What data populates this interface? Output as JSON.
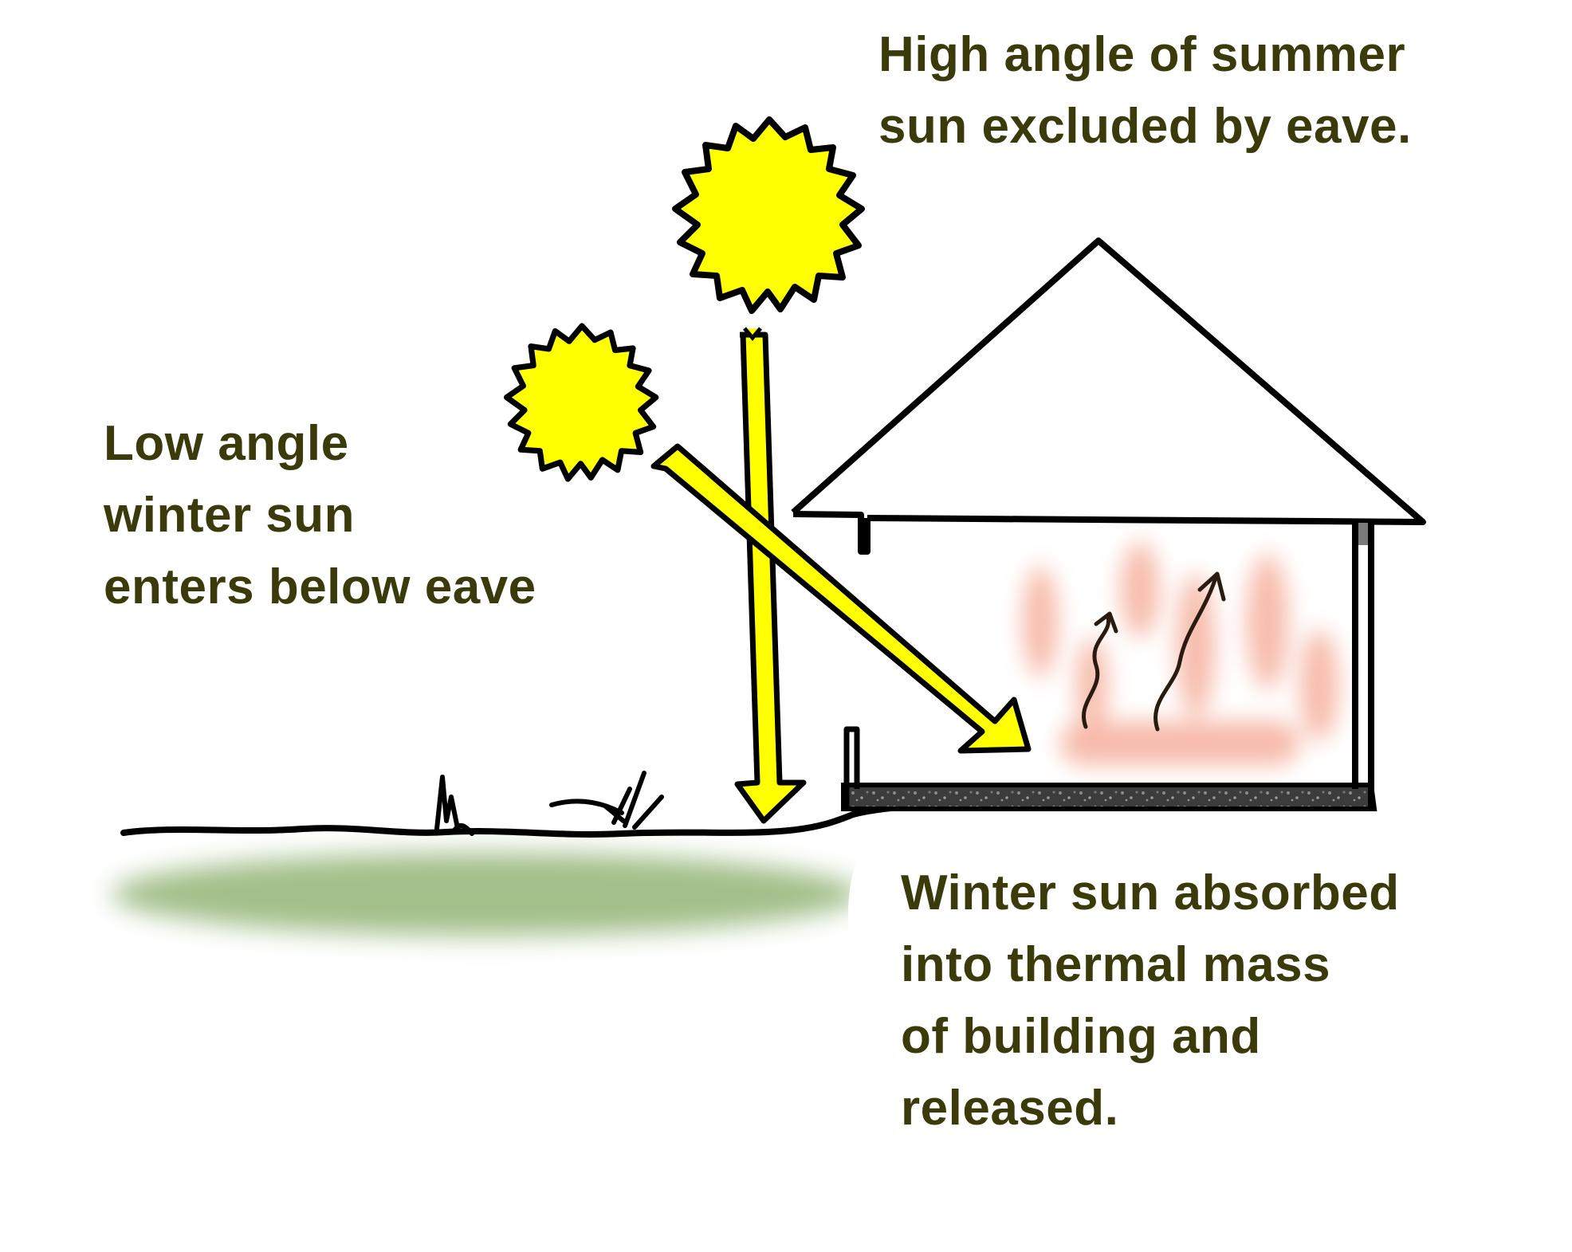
{
  "labels": {
    "summer": {
      "lines": [
        "High angle of summer",
        "sun excluded by eave."
      ]
    },
    "winter": {
      "lines": [
        "Low angle",
        "winter sun",
        "enters below eave"
      ]
    },
    "absorbed": {
      "lines": [
        "Winter sun absorbed",
        "into thermal mass",
        "of building and",
        "released."
      ]
    }
  },
  "colors": {
    "text": "#3b3a0a",
    "outline": "#000000",
    "sun": "#ffff00",
    "ground_shadow": "#a3bf8a",
    "heat_glow": "#f4a48f",
    "slab": "#3a3a3a"
  },
  "icons": {
    "summer_sun": "sun-icon",
    "winter_sun": "sun-icon",
    "heat": "heat-wave-icon"
  }
}
